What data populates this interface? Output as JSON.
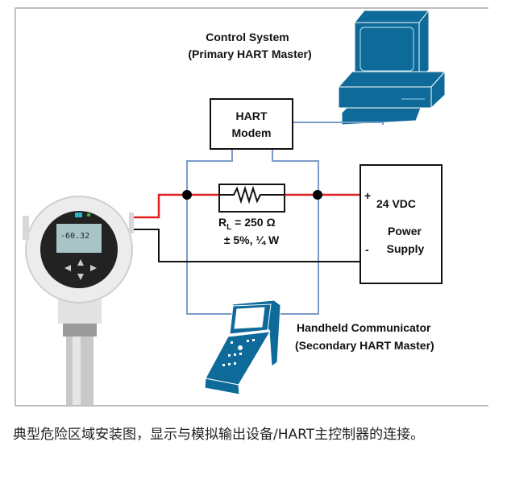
{
  "diagram": {
    "control_system": {
      "line1": "Control System",
      "line2": "(Primary HART Master)",
      "icon": "desktop-computer-icon"
    },
    "modem": {
      "line1": "HART",
      "line2": "Modem"
    },
    "resistor": {
      "symbol": "R",
      "subscript": "L",
      "value": " = 250 Ω",
      "tolerance": "± 5%, ¼ W"
    },
    "power_supply": {
      "plus": "+",
      "voltage": "24 VDC",
      "minus": "-",
      "line1": "Power",
      "line2": "Supply"
    },
    "handheld": {
      "line1": "Handheld Communicator",
      "line2": "(Secondary HART Master)",
      "icon": "handheld-communicator-icon"
    },
    "transmitter": {
      "display_value": "-60.32",
      "icon": "field-transmitter-icon"
    },
    "colors": {
      "hart_line": "#7a9cc9",
      "positive_wire": "#e02020",
      "negative_wire": "#111111",
      "device_blue": "#0e6a99"
    }
  },
  "caption": "典型危险区域安装图，显示与模拟输出设备/HART主控制器的连接。"
}
